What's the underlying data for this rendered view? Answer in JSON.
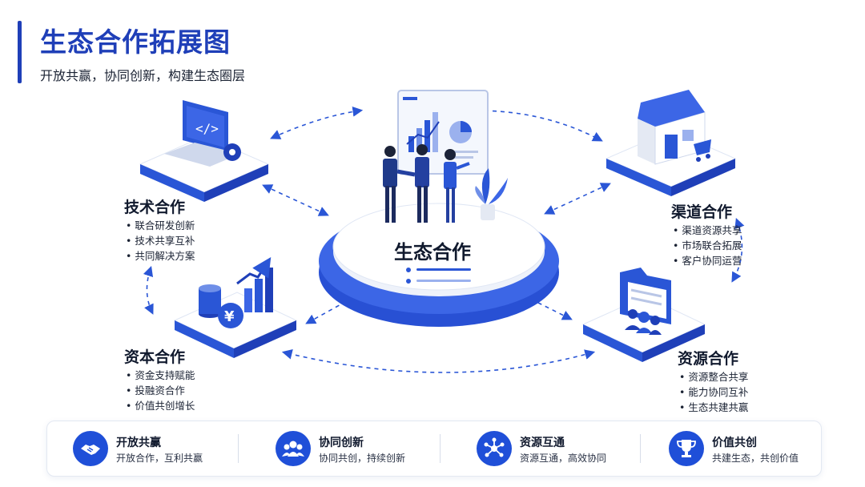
{
  "header": {
    "title": "生态合作拓展图",
    "subtitle": "开放共赢，协同创新，构建生态圈层"
  },
  "center": {
    "label": "生态合作"
  },
  "cards": {
    "tech": {
      "title": "技术合作",
      "items": [
        "联合研发创新",
        "技术共享互补",
        "共同解决方案"
      ]
    },
    "channel": {
      "title": "渠道合作",
      "items": [
        "渠道资源共享",
        "市场联合拓展",
        "客户协同运营"
      ]
    },
    "capital": {
      "title": "资本合作",
      "items": [
        "资金支持赋能",
        "投融资合作",
        "价值共创增长"
      ]
    },
    "resource": {
      "title": "资源合作",
      "items": [
        "资源整合共享",
        "能力协同互补",
        "生态共建共赢"
      ]
    }
  },
  "bottom": [
    {
      "title": "开放共赢",
      "desc": "开放合作，互利共赢",
      "icon": "handshake-icon"
    },
    {
      "title": "协同创新",
      "desc": "协同共创，持续创新",
      "icon": "team-icon"
    },
    {
      "title": "资源互通",
      "desc": "资源互通，高效协同",
      "icon": "network-icon"
    },
    {
      "title": "价值共创",
      "desc": "共建生态，共创价值",
      "icon": "trophy-icon"
    }
  ],
  "colors": {
    "brand": "#1f3fb8",
    "accent": "#1f4fd8",
    "light": "#e8eefb"
  }
}
